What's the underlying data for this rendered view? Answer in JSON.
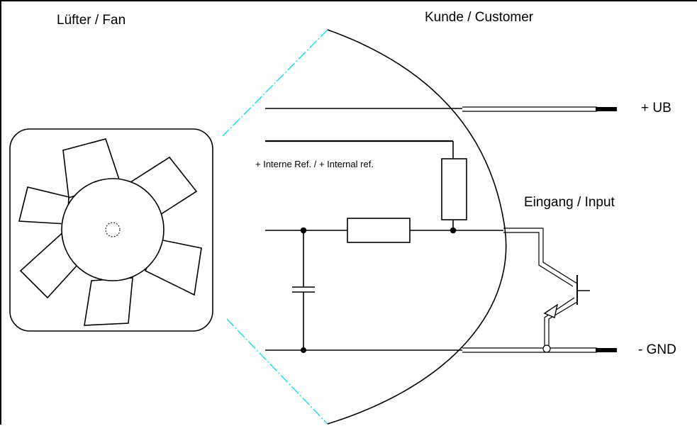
{
  "labels": {
    "fan": "Lüfter / Fan",
    "customer": "Kunde / Customer",
    "supply": "+ UB",
    "internal_ref": "+ Interne Ref. / + Internal ref.",
    "input": "Eingang / Input",
    "ground": "- GND"
  },
  "colors": {
    "line": "#000000",
    "zoom_lines": "#22dde6",
    "background": "#ffffff"
  },
  "icons": [
    "fan-icon",
    "resistor-symbol",
    "capacitor-symbol",
    "transistor-symbol"
  ]
}
